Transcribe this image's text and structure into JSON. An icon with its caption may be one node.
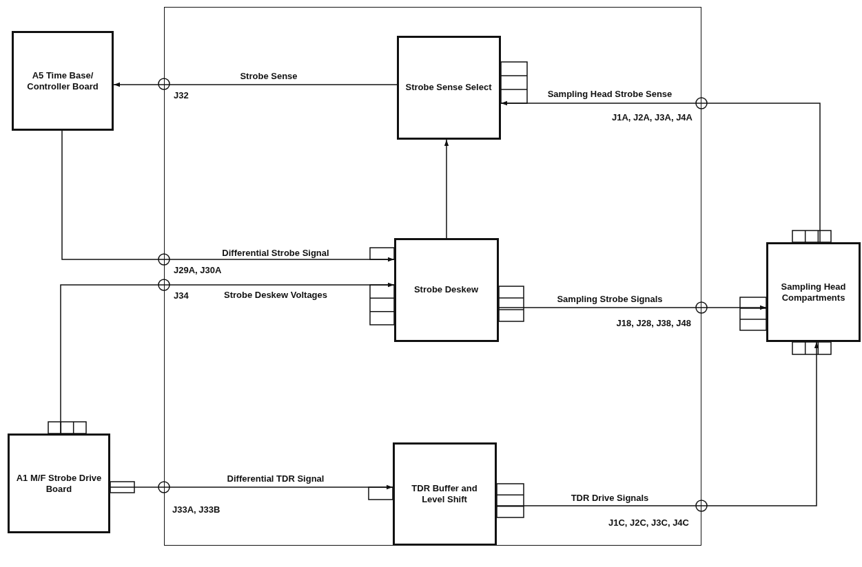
{
  "diagram": {
    "nodes": [
      {
        "text": [],
        "shape": "box"
      },
      {
        "text": [
          "A5 Time Base/ Controller Board"
        ]
      },
      {
        "text": [
          "Strobe Sense Select"
        ],
        "in": 0
      },
      {
        "text": [
          "Strobe Deskew"
        ],
        "in": 0
      },
      {
        "text": [
          "Sampling Head Compartments"
        ]
      },
      {
        "text": [
          "A1 M/F Strobe Drive Board"
        ]
      },
      {
        "text": [
          "TDR Buffer and Level Shift"
        ],
        "in": 0
      }
    ],
    "edges": [
      {
        "from": 2,
        "to": 1,
        "arrow": "to",
        "label": "Strobe Sense"
      },
      {
        "from": 1,
        "to": 3,
        "arrow": "to",
        "label": "Differential Strobe Signal"
      },
      {
        "from": 5,
        "to": 3,
        "arrow": "to",
        "label": "Strobe Deskew Voltages"
      },
      {
        "from": 3,
        "to": 2,
        "arrow": "to"
      },
      {
        "from": 4,
        "to": 2,
        "arrow": "to",
        "label": "Sampling Head Strobe Sense"
      },
      {
        "from": 3,
        "to": 4,
        "arrow": "to",
        "label": "Sampling Strobe Signals"
      },
      {
        "from": 5,
        "to": 6,
        "arrow": "to",
        "label": "Differential TDR Signal"
      },
      {
        "from": 6,
        "to": 4,
        "arrow": "to",
        "label": "TDR Drive Signals"
      }
    ],
    "labels": [
      "J32",
      "J1A, J2A, J3A, J4A",
      "J29A, J30A",
      "J34",
      "J18, J28, J38, J48",
      "J33A, J33B",
      "J1C, J2C, J3C, J4C"
    ]
  }
}
